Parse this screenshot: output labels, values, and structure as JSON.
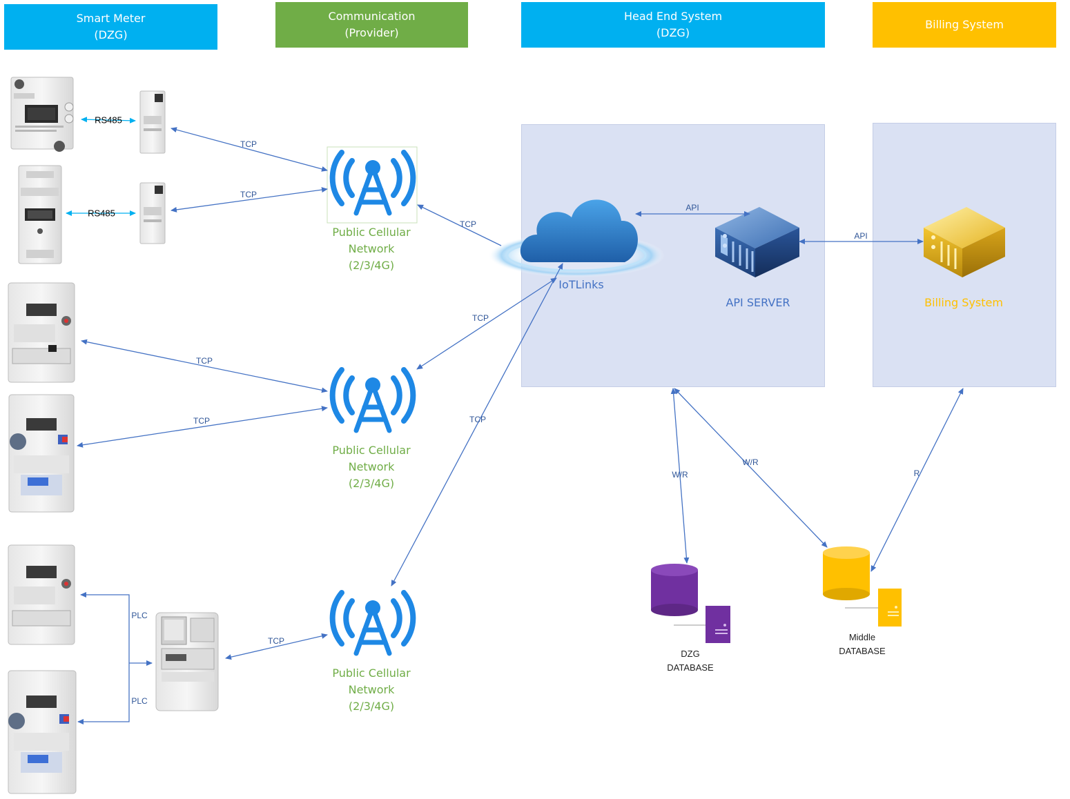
{
  "headers": {
    "smart_meter": {
      "line1": "Smart Meter",
      "line2": "(DZG)"
    },
    "communication": {
      "line1": "Communication",
      "line2": "(Provider)"
    },
    "head_end": {
      "line1": "Head End System",
      "line2": "(DZG)"
    },
    "billing": {
      "line1": "Billing System"
    }
  },
  "networks": [
    {
      "line1": "Public Cellular",
      "line2": "Network",
      "line3": "(2/3/4G)"
    },
    {
      "line1": "Public Cellular",
      "line2": "Network",
      "line3": "(2/3/4G)"
    },
    {
      "line1": "Public Cellular",
      "line2": "Network",
      "line3": "(2/3/4G)"
    }
  ],
  "nodes": {
    "cloud": "IoTLinks",
    "api_server": "API SERVER",
    "billing_server": "Billing System",
    "dzg_db": {
      "line1": "DZG",
      "line2": "DATABASE"
    },
    "middle_db": {
      "line1": "Middle",
      "line2": "DATABASE"
    }
  },
  "edge_labels": {
    "rs485_1": "RS485",
    "rs485_2": "RS485",
    "tcp": "TCP",
    "plc": "PLC",
    "api": "API",
    "wr": "W/R",
    "r": "R"
  },
  "colors": {
    "blue_header": "#00b0f0",
    "green_header": "#70ad47",
    "yellow_header": "#ffc000",
    "panel": "#dae1f3",
    "arrow": "#4472c4",
    "purple_db": "#7030a0",
    "yellow_db": "#ffc000"
  }
}
